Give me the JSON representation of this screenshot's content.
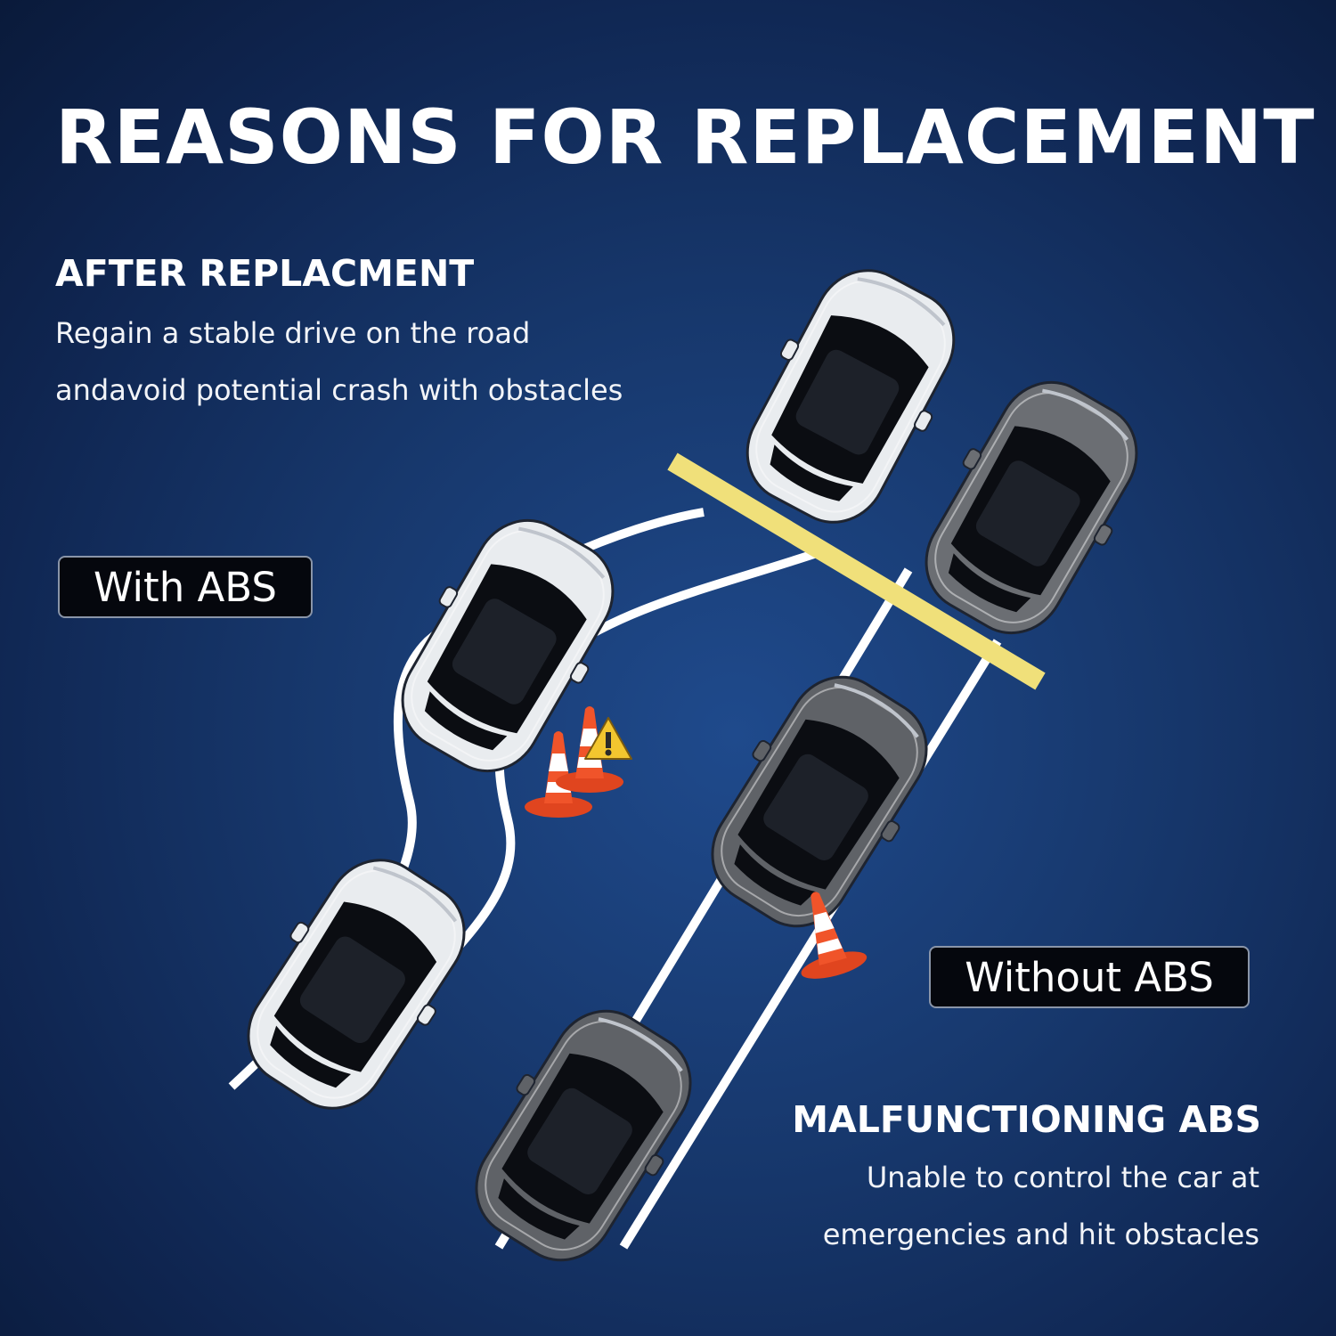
{
  "title": "REASONS FOR REPLACEMENT",
  "after": {
    "heading": "AFTER REPLACMENT",
    "line1": "Regain a stable drive on the road",
    "line2": "andavoid potential crash with obstacles"
  },
  "with_abs_label": "With ABS",
  "without_abs_label": "Without ABS",
  "malfunction": {
    "heading": "MALFUNCTIONING ABS",
    "line1": "Unable to control the car at",
    "line2": "emergencies and hit obstacles"
  },
  "colors": {
    "background": "#17386d",
    "road_line": "#ffffff",
    "stop_line": "#f0e07a",
    "car_white": "#e9ecef",
    "car_gray": "#6b6e73",
    "cone": "#f0542a"
  }
}
